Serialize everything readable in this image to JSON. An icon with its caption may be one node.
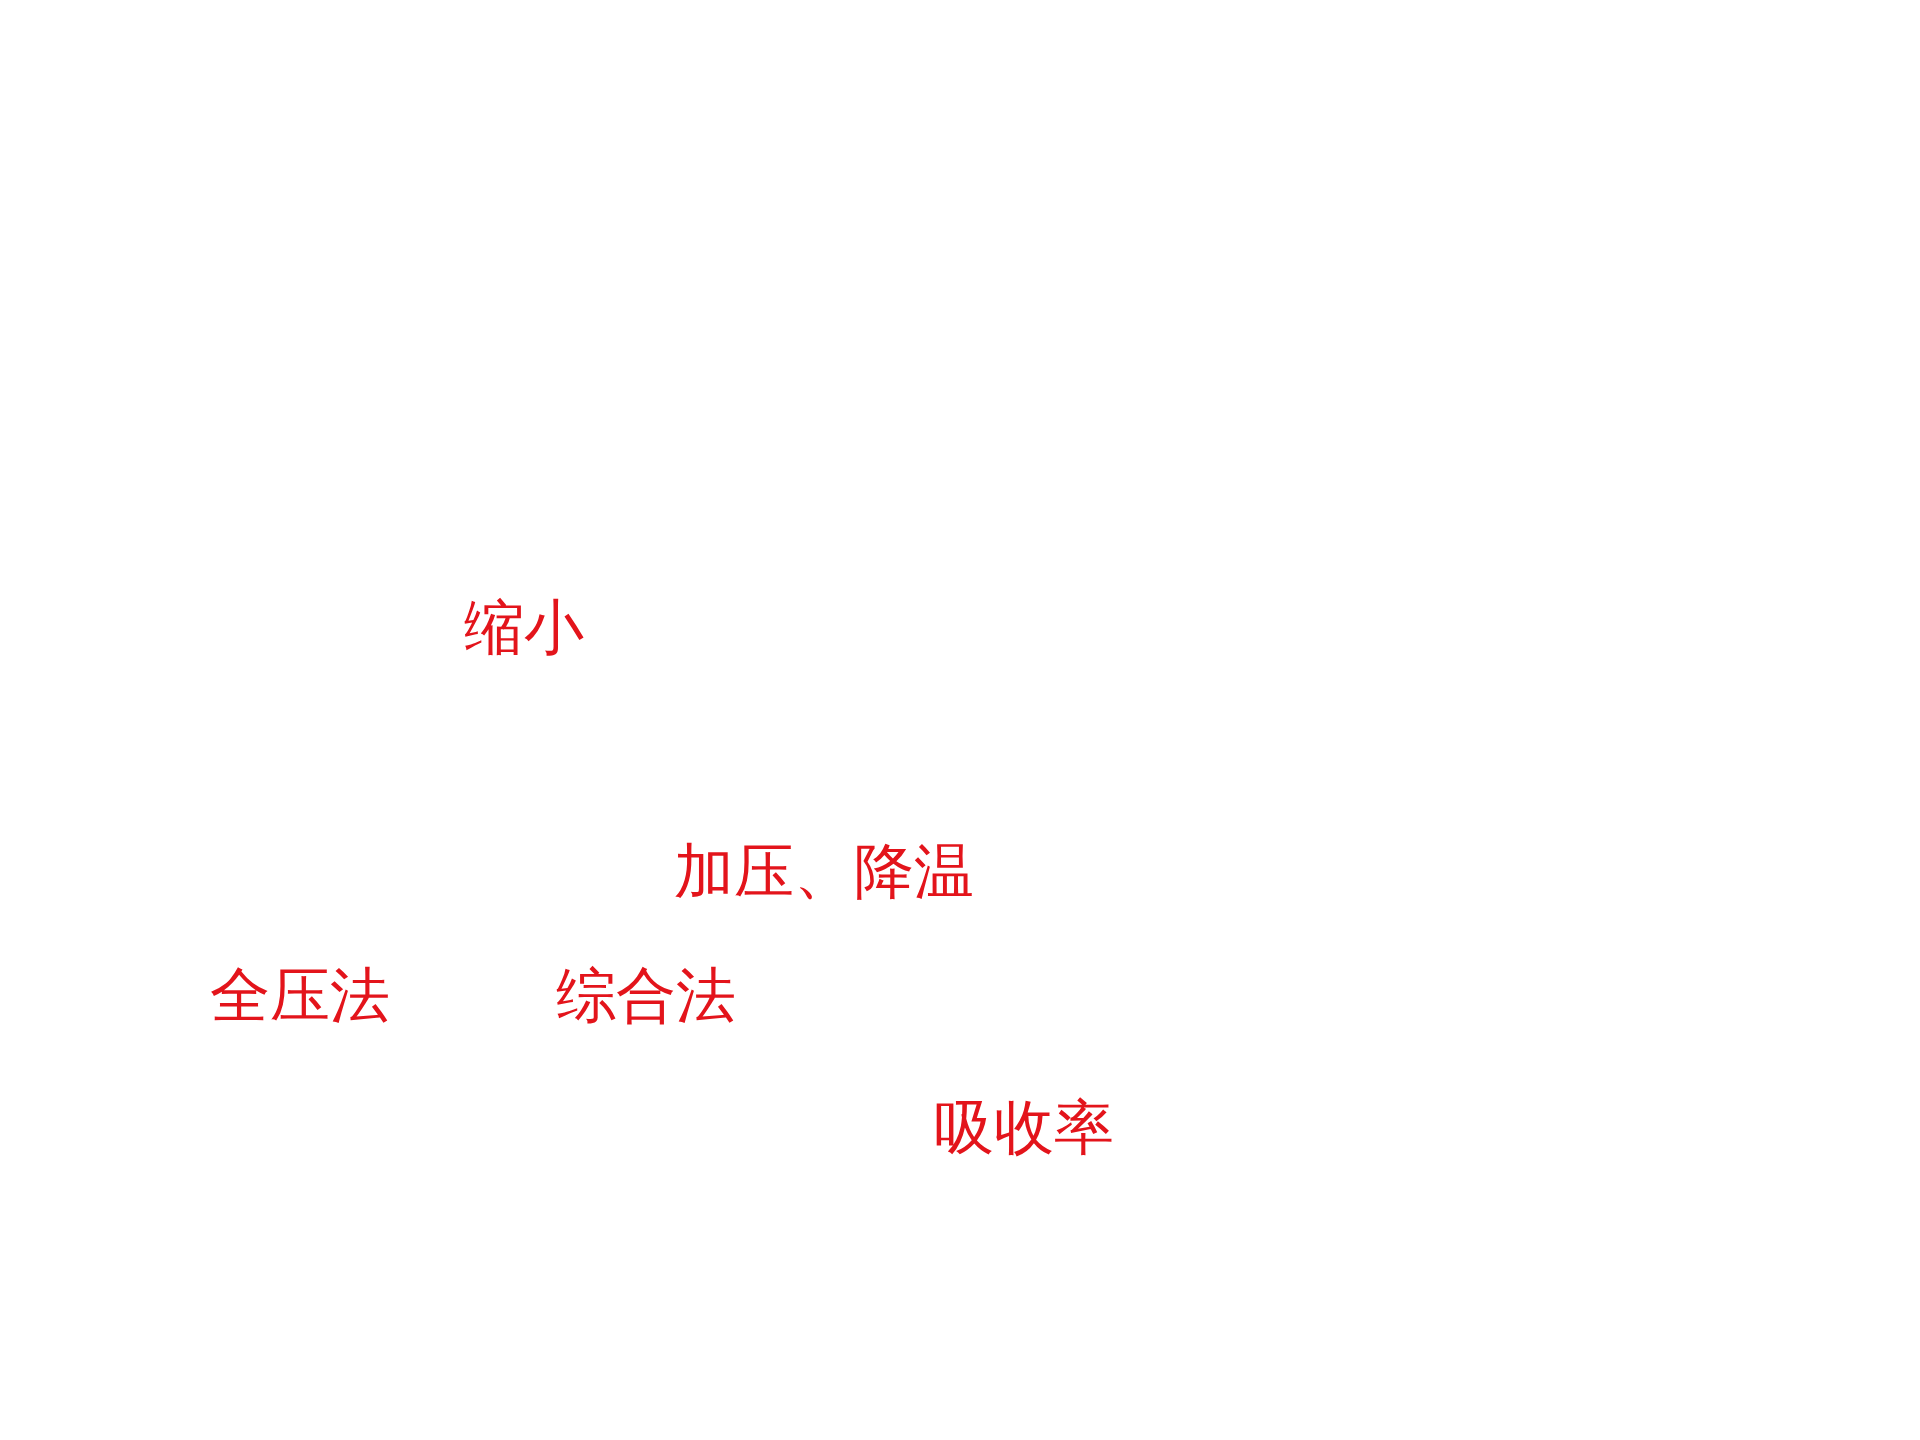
{
  "diagram": {
    "labels": [
      "缩小",
      "加压、降温",
      "全压法",
      "综合法",
      "吸收率"
    ]
  }
}
